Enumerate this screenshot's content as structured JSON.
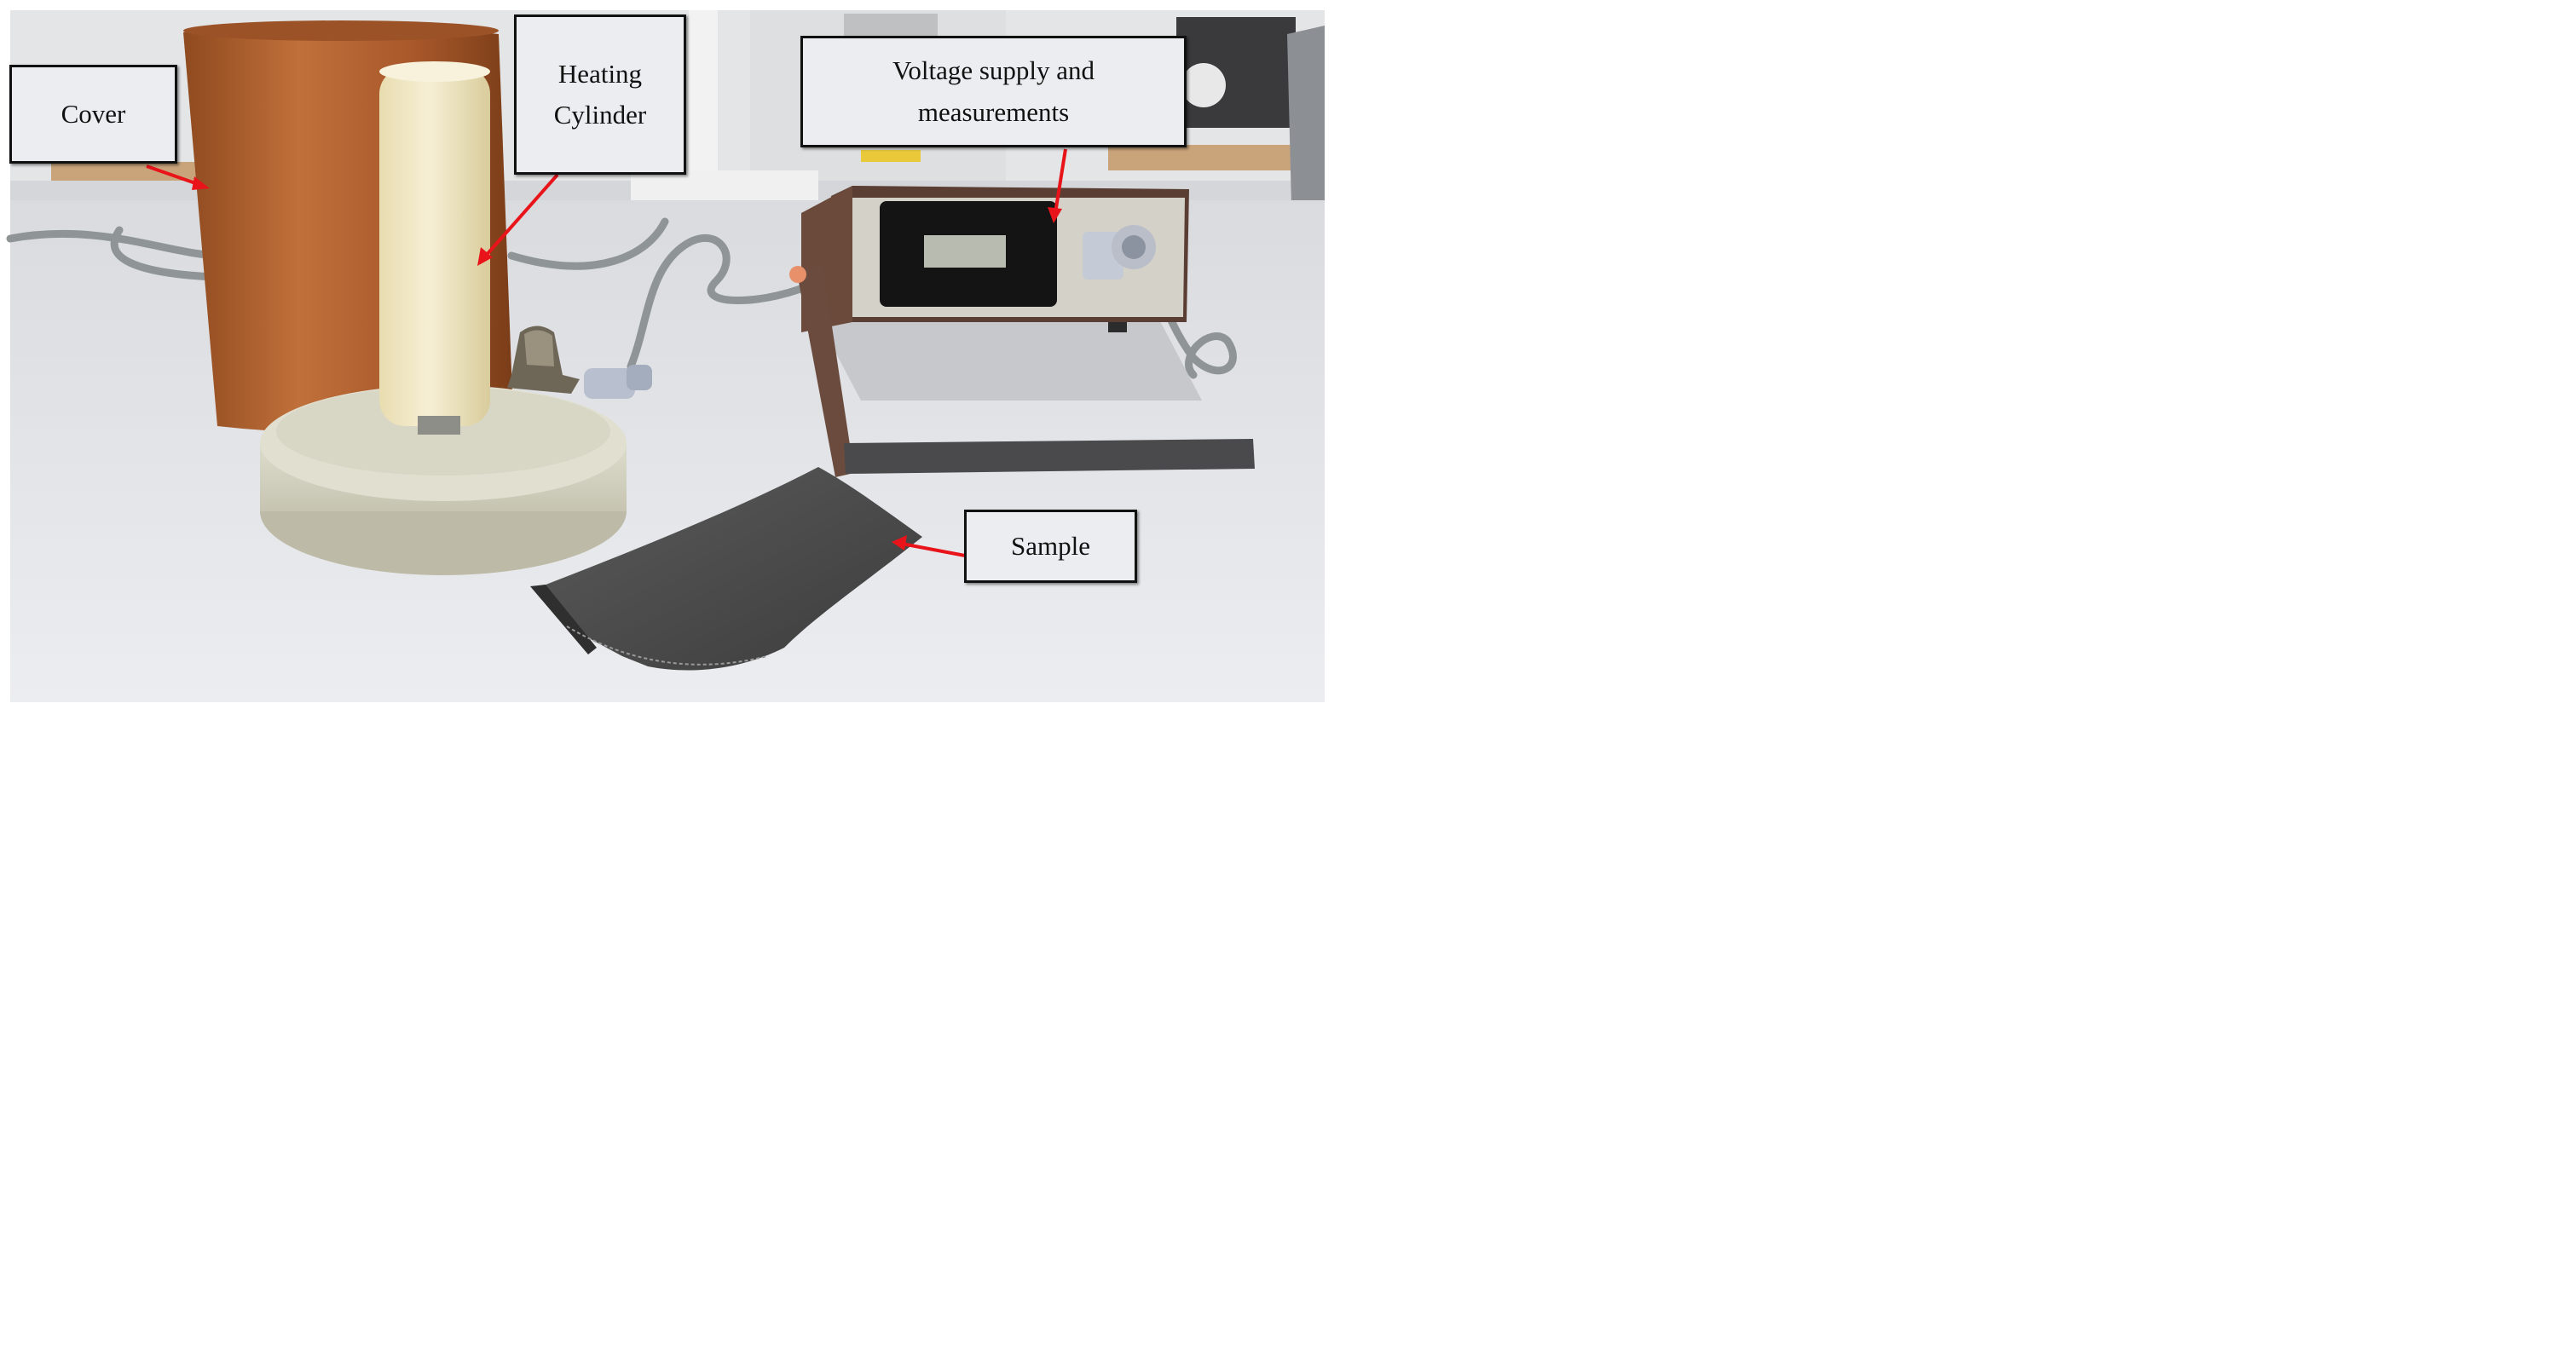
{
  "callouts": {
    "cover": "Cover",
    "heating_cylinder": "Heating Cylinder",
    "voltage_supply": "Voltage supply and measurements",
    "sample": "Sample"
  },
  "colors": {
    "arrow": "#e8141a",
    "cover": "#b0602c",
    "heating_cylinder": "#efe6c4",
    "base": "#d2d1c0",
    "device_body": "#5a3e34",
    "device_panel": "#cfcdc6",
    "sample": "#4f4f4f",
    "table": "#e6e7ea"
  }
}
